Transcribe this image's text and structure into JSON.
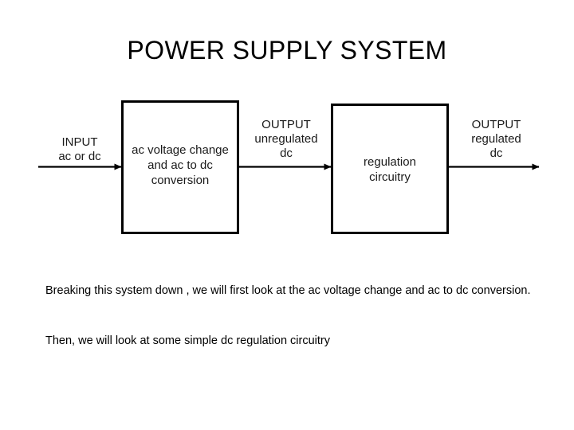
{
  "slide": {
    "title": "POWER SUPPLY SYSTEM",
    "background_color": "#ffffff",
    "ink_color": "#000000"
  },
  "diagram": {
    "type": "block-flow-diagram",
    "orientation": "left-to-right",
    "blocks": [
      {
        "id": "conversion",
        "lines": [
          "ac voltage change",
          "and ac to dc",
          "conversion"
        ],
        "text": "ac voltage change and ac to dc conversion"
      },
      {
        "id": "regulation",
        "lines": [
          "regulation",
          "circuitry"
        ],
        "text": "regulation circuitry"
      }
    ],
    "flows": [
      {
        "id": "input",
        "lines": [
          "INPUT",
          "ac or dc"
        ],
        "text": "INPUT ac or dc"
      },
      {
        "id": "intermediate",
        "lines": [
          "OUTPUT",
          "unregulated",
          "dc"
        ],
        "text": "OUTPUT unregulated dc"
      },
      {
        "id": "final",
        "lines": [
          "OUTPUT",
          "regulated",
          "dc"
        ],
        "text": "OUTPUT regulated dc"
      }
    ]
  },
  "body": {
    "paragraph_1": "Breaking this system down , we will first look at the ac voltage change and ac to dc conversion.",
    "paragraph_2": "Then, we will look at some simple dc regulation circuitry"
  }
}
